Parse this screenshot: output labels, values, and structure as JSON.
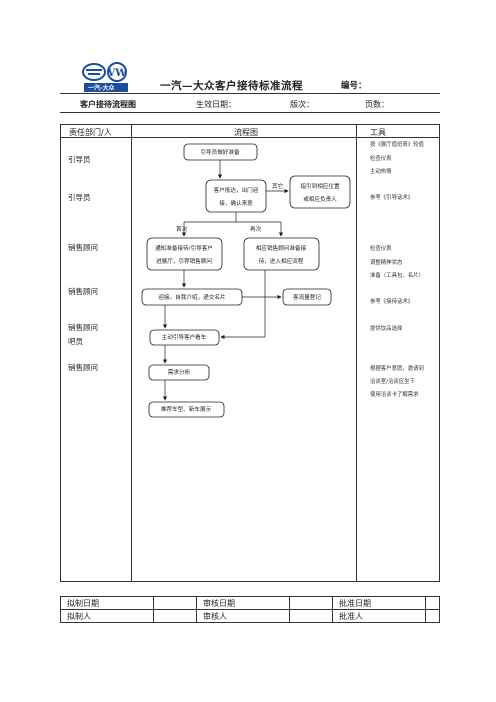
{
  "header": {
    "title": "一汽—大众客户接待标准流程",
    "code_label": "编号：",
    "process_label": "客户接待流程图",
    "effective_label": "生效日期：",
    "version_label": "版次：",
    "page_label": "页数：",
    "logo_text": "一汽-大众"
  },
  "table": {
    "col_dept": "责任部门/人",
    "col_flow": "流程图",
    "col_tools": "工具"
  },
  "roles": [
    "引导员",
    "引导员",
    "销售顾问",
    "销售顾问",
    "销售顾问",
    "吧员",
    "销售顾问"
  ],
  "flow": {
    "n1": "引导员做好准备",
    "n2a": "客户抵达，出门迎",
    "n2b": "接，确认来意",
    "other": "其它",
    "n3a": "指引到相应位置",
    "n3b": "或相应负责人",
    "first": "首次",
    "again": "再次",
    "n4a": "通知准备接待/引导客户",
    "n4b": "进展厅，引荐销售顾问",
    "n5a": "相应销售顾问准备接",
    "n5b": "待，进入相应流程",
    "n6": "迎接，自我介绍，递交名片",
    "n7": "客流量登记",
    "n8": "主动引导客户看车",
    "n9": "需求分析",
    "n10": "推荐车型、新车展示"
  },
  "tools": [
    "按《展厅值班表》轮值",
    "检查仪表",
    "主动热情",
    "参考《引导话术》",
    "检查仪表",
    "调整精神状态",
    "准备（工具包、名片）",
    "参考《接待话术》",
    "提供饮品选择",
    "根据客户意愿，邀请到",
    "洽谈室/洽谈区坐下",
    "使用洽谈卡了解需求"
  ],
  "footer": {
    "draft_date": "拟制日期",
    "review_date": "审核日期",
    "approve_date": "批准日期",
    "drafter": "拟制人",
    "reviewer": "审核人",
    "approver": "批准人"
  }
}
